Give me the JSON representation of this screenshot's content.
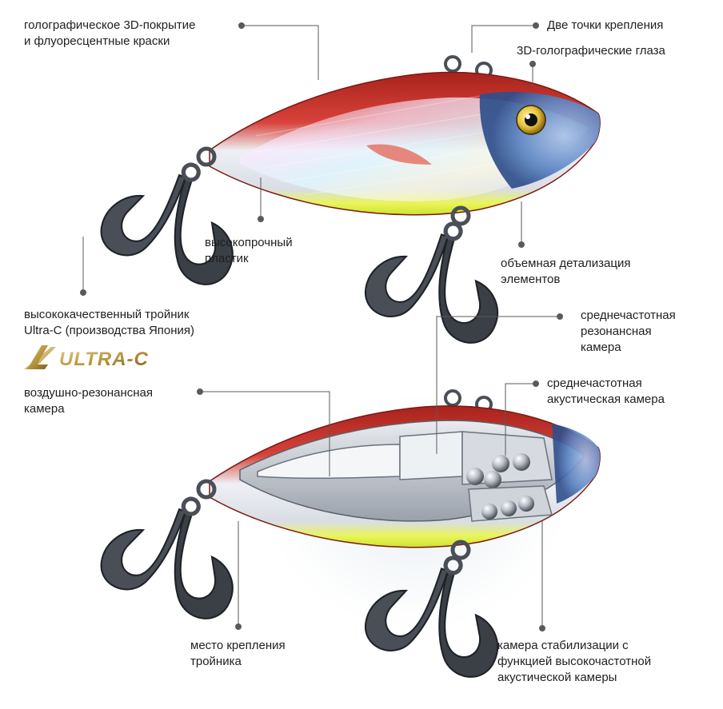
{
  "labels": {
    "hologram": "голографическое 3D-покрытие\nи флуоресцентные краски",
    "attach_points": "Две точки крепления",
    "eyes": "3D-голографические глаза",
    "plastic": "высокопрочный\nпластик",
    "detail": "объемная детализация\nэлементов",
    "treble": "высококачественный тройник\nUltra-C (производства Япония)",
    "mid_resonance": "среднечастотная\nрезонансная\nкамера",
    "air_chamber": "воздушно-резонансная\nкамера",
    "mid_acoustic": "среднечастотная\nакустическая камера",
    "hook_mount": "место крепления\nтройника",
    "stabilizer": "камера стабилизации с\nфункцией высокочастотной\nакустической камеры"
  },
  "brand": {
    "logo_text": "ULTRA-C"
  },
  "colors": {
    "body_red": "#c62a22",
    "belly_yellow": "#e2f23a",
    "hologram_silver": "#dfe3ea",
    "head_blue": "#5d86c4",
    "eye_gold": "#e6c23a",
    "hook_steel": "#3b3f46",
    "leader_line": "#5a5a5a",
    "logo_gold": "#b9953c",
    "text": "#1f1f1f"
  }
}
